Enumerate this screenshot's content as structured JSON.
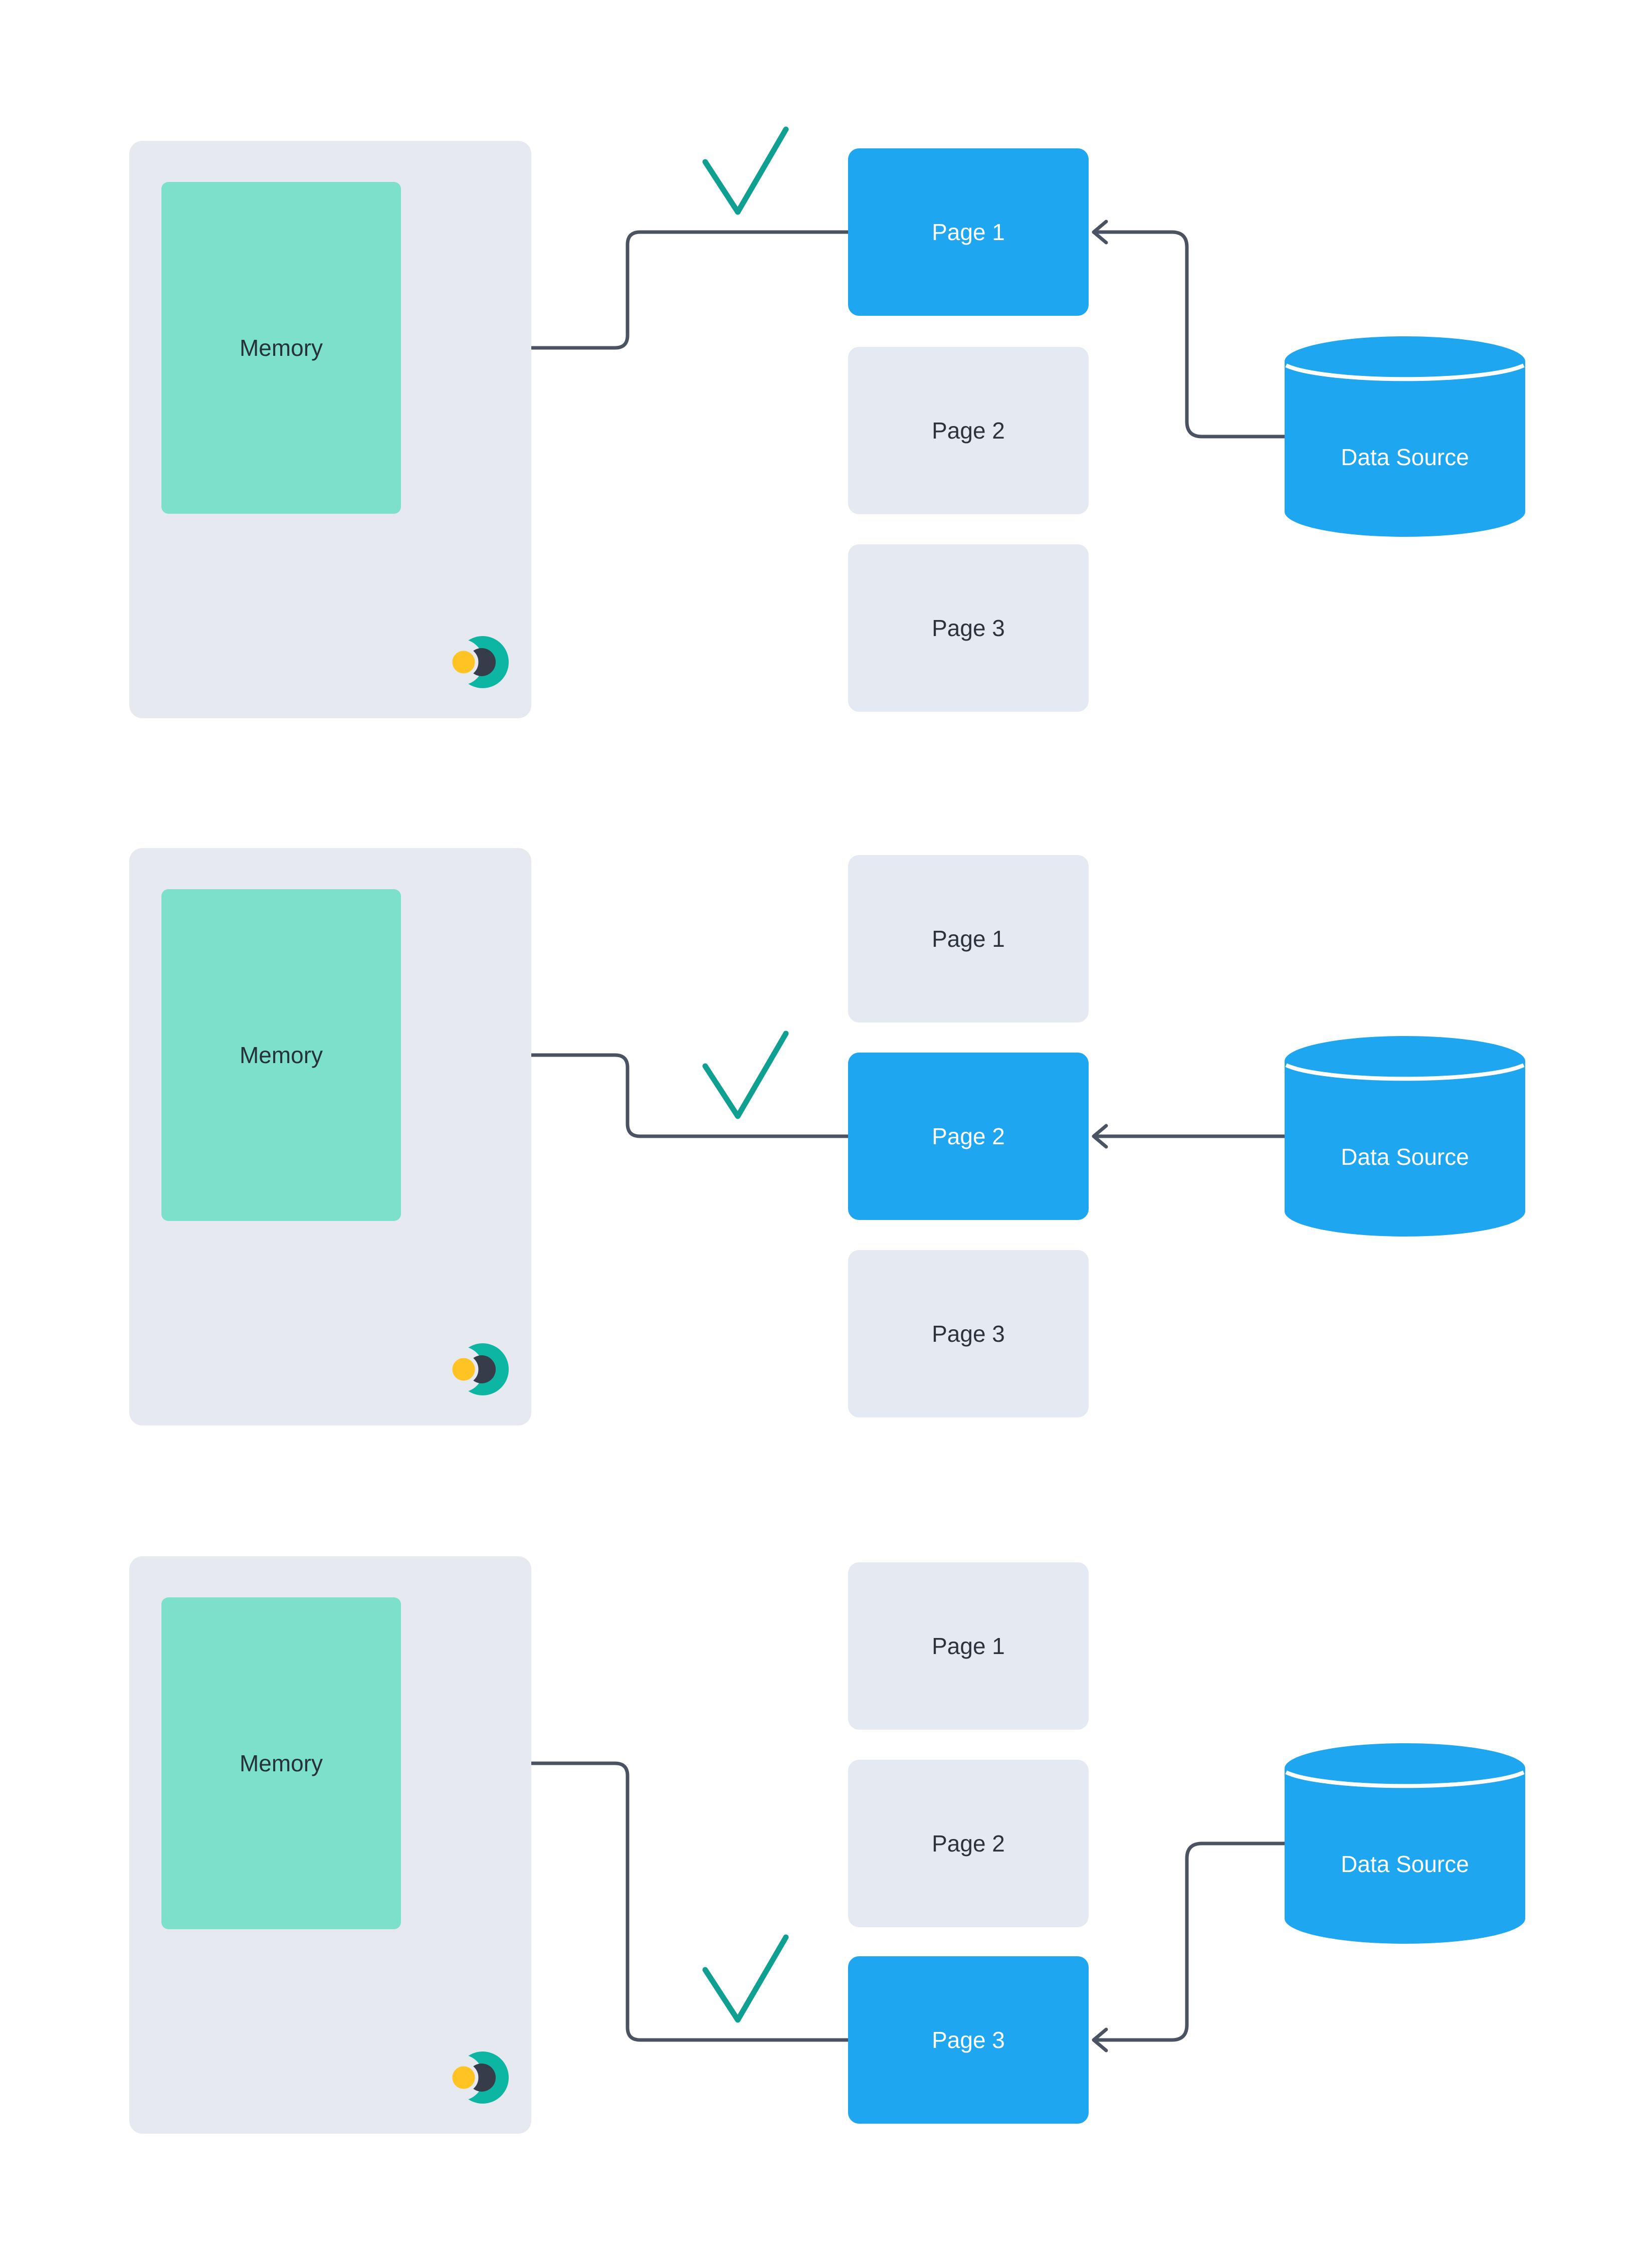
{
  "colors": {
    "background": "#ffffff",
    "panel": "#E6E9F0",
    "memory_fill": "#7CE0CB",
    "page_inactive_fill": "#E5E9F1",
    "active_fill": "#1EA6F0",
    "datasource_fill": "#1EA6F0",
    "arrow": "#4B5362",
    "checkmark": "#0FA091",
    "memory_text": "#273238",
    "page_text": "#2C333D",
    "active_text": "#FFFFFF",
    "logo_teal": "#0DB6A3",
    "logo_navy": "#373C4A",
    "logo_yellow": "#FFC324"
  },
  "sections": [
    {
      "memory_label": "Memory",
      "pages": [
        "Page 1",
        "Page 2",
        "Page 3"
      ],
      "active_page_index": 0,
      "datasource_label": "Data Source"
    },
    {
      "memory_label": "Memory",
      "pages": [
        "Page 1",
        "Page 2",
        "Page 3"
      ],
      "active_page_index": 1,
      "datasource_label": "Data Source"
    },
    {
      "memory_label": "Memory",
      "pages": [
        "Page 1",
        "Page 2",
        "Page 3"
      ],
      "active_page_index": 2,
      "datasource_label": "Data Source"
    }
  ]
}
